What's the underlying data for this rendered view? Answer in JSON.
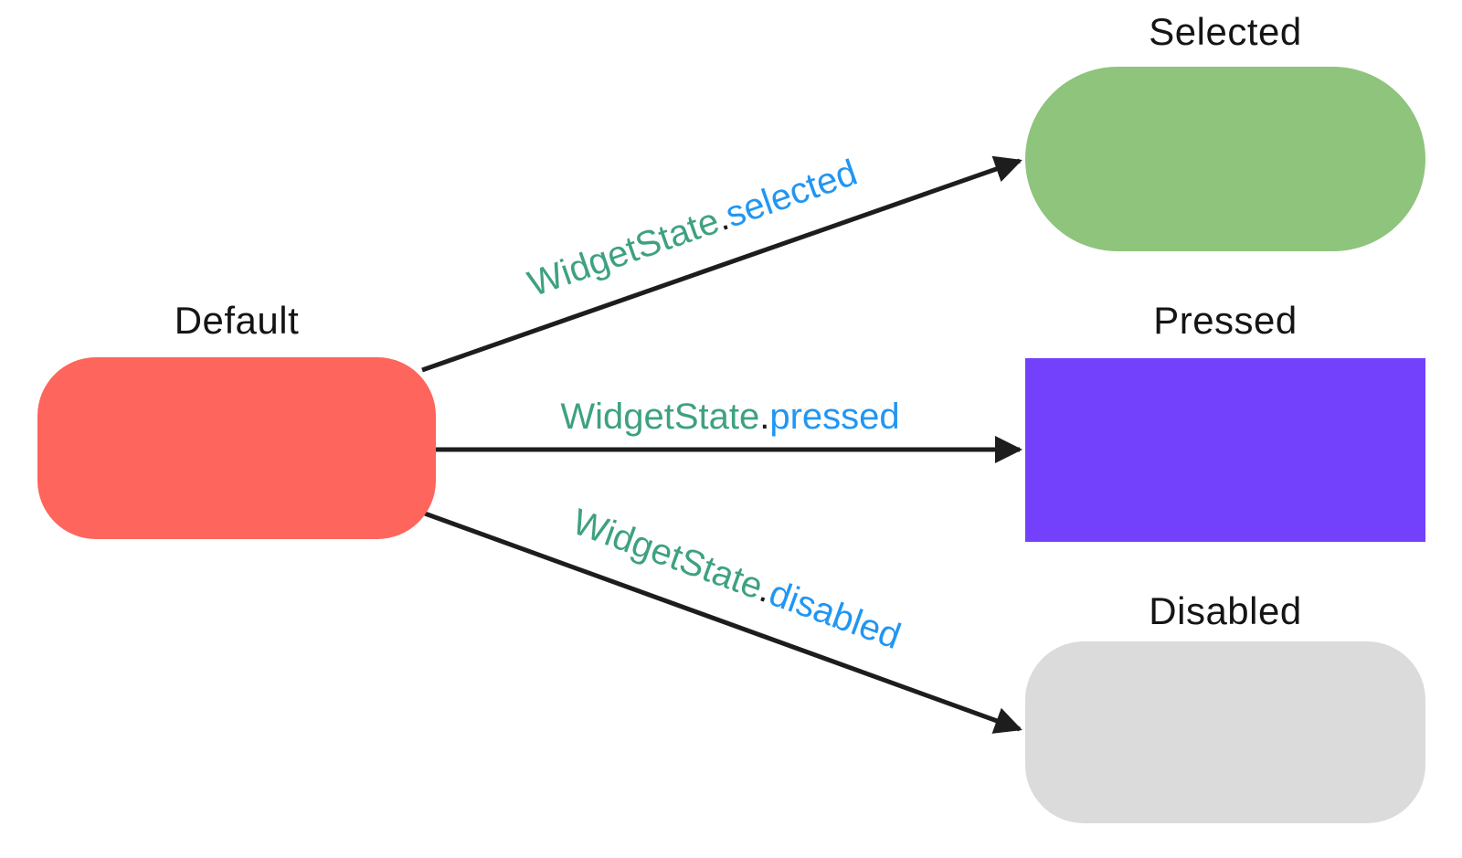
{
  "diagram": {
    "source_node": {
      "label": "Default",
      "color": "#FE655C"
    },
    "target_nodes": [
      {
        "label": "Selected",
        "color": "#8EC47C"
      },
      {
        "label": "Pressed",
        "color": "#7341FB"
      },
      {
        "label": "Disabled",
        "color": "#DBDBDB"
      }
    ],
    "transitions": [
      {
        "prefix": "WidgetState",
        "dot": ".",
        "state": "selected"
      },
      {
        "prefix": "WidgetState",
        "dot": ".",
        "state": "pressed"
      },
      {
        "prefix": "WidgetState",
        "dot": ".",
        "state": "disabled"
      }
    ],
    "label_colors": {
      "prefix": "#3EA182",
      "dot": "#1A1A1A",
      "state": "#2196F3"
    },
    "arrow_color": "#1D1D1D",
    "title_color": "#151515"
  }
}
